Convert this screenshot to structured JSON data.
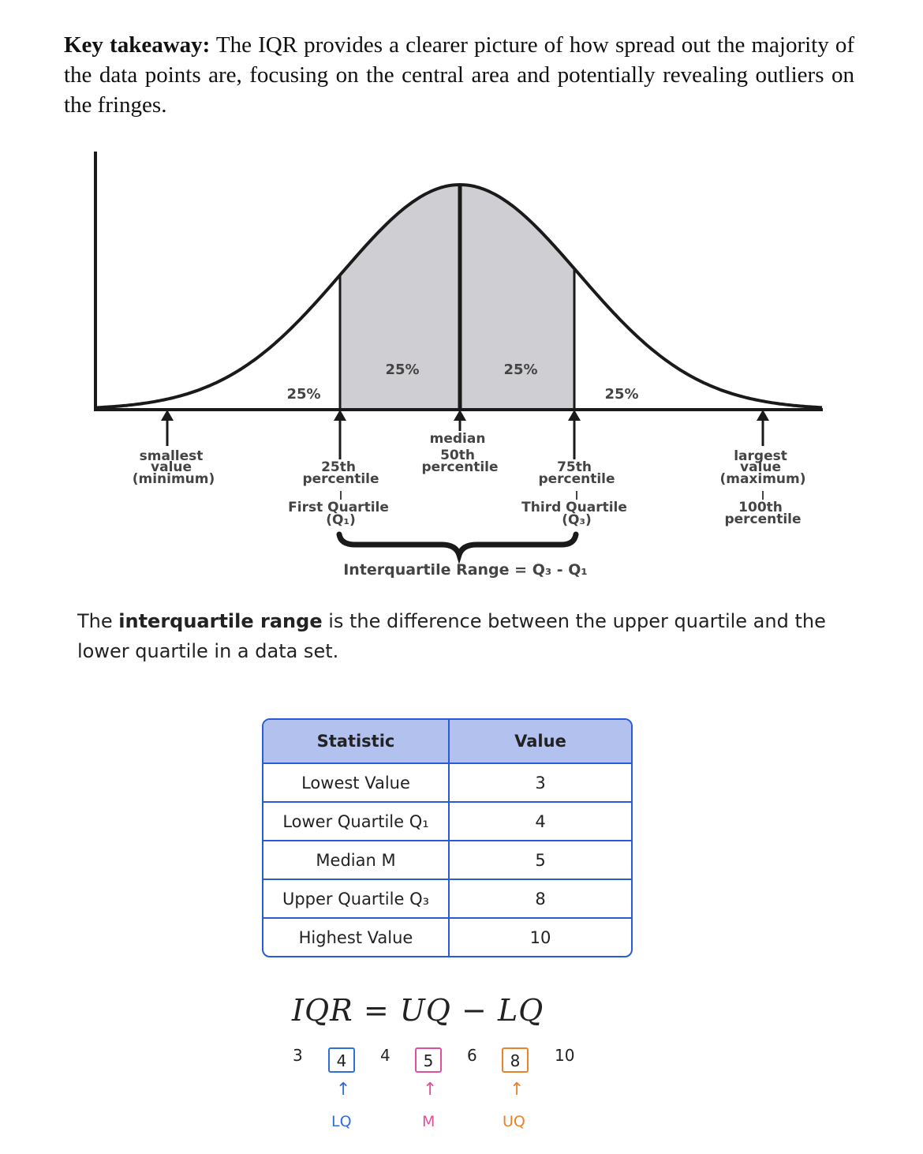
{
  "takeaway": {
    "heading": "Key takeaway:",
    "text": " The IQR provides a clearer picture of how spread out the majority of the data points are, focusing on the central area and potentially revealing outliers on the fringes."
  },
  "diagram": {
    "pct_q1_tail": "25%",
    "pct_q1_med": "25%",
    "pct_med_q3": "25%",
    "pct_q3_tail": "25%",
    "smallest": [
      "smallest",
      "value",
      "(minimum)"
    ],
    "p25": [
      "25th",
      "percentile"
    ],
    "first_quartile": [
      "First Quartile",
      "(Q₁)"
    ],
    "median": [
      "median",
      "50th",
      "percentile"
    ],
    "p75": [
      "75th",
      "percentile"
    ],
    "third_quartile": [
      "Third Quartile",
      "(Q₃)"
    ],
    "largest": [
      "largest",
      "value",
      "(maximum)"
    ],
    "p100": [
      "100th",
      "percentile"
    ],
    "iqr_label": "Interquartile Range = Q₃ - Q₁"
  },
  "description": {
    "pre": "The ",
    "bold": "interquartile range",
    "post": " is the difference between the upper quartile and the lower quartile in a data set."
  },
  "table": {
    "headers": [
      "Statistic",
      "Value"
    ],
    "rows": [
      [
        "Lowest Value",
        "3"
      ],
      [
        "Lower Quartile Q₁",
        "4"
      ],
      [
        "Median M",
        "5"
      ],
      [
        "Upper Quartile Q₃",
        "8"
      ],
      [
        "Highest Value",
        "10"
      ]
    ]
  },
  "formula": "IQR = UQ − LQ",
  "sequence": {
    "items": [
      "3",
      "4",
      "4",
      "5",
      "6",
      "8",
      "10"
    ],
    "markers": [
      "LQ",
      "M",
      "UQ"
    ],
    "arrow": "↑",
    "colors": {
      "lq": "#2f6fd6",
      "m": "#e0509a",
      "uq": "#e8832a"
    }
  }
}
